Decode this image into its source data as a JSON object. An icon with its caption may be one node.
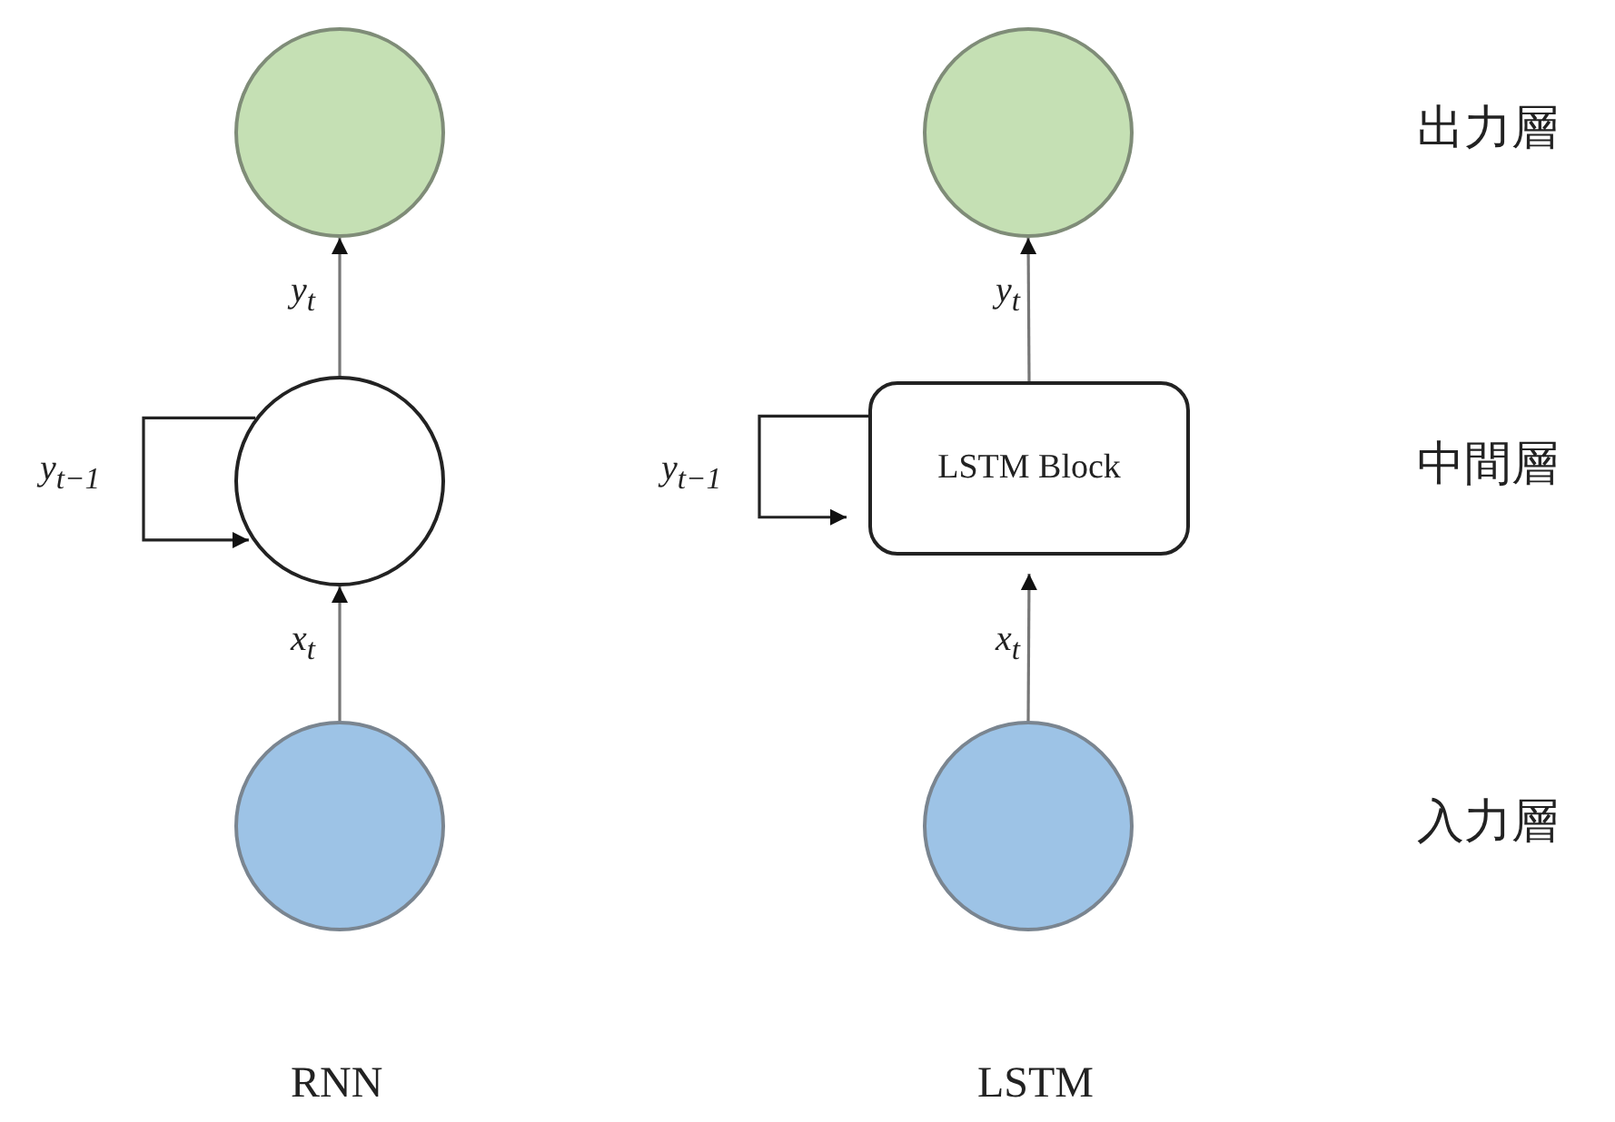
{
  "diagram": {
    "nodes": [
      {
        "text": [],
        "shape": "circle"
      },
      {
        "text": [],
        "shape": "circle"
      },
      {
        "text": [],
        "shape": "circle"
      },
      {
        "text": [],
        "shape": "circle"
      },
      {
        "text": [
          "LSTM Block"
        ]
      },
      {
        "text": [],
        "shape": "circle"
      }
    ],
    "edges": [
      {
        "from": 2,
        "to": 1,
        "arrow": "to",
        "label": "x$_{t}$"
      },
      {
        "from": 1,
        "to": 0,
        "arrow": "to",
        "label": "y$_{t}$"
      },
      {
        "from": 1,
        "to": 1,
        "arrow": "to",
        "label": "y$_{t−1}$"
      },
      {
        "from": 5,
        "to": 4,
        "arrow": "to",
        "label": "x$_{t}$"
      },
      {
        "from": 4,
        "to": 3,
        "arrow": "to",
        "label": "y$_{t}$"
      },
      {
        "from": 4,
        "to": 4,
        "arrow": "to",
        "label": "y$_{t−1}$"
      }
    ],
    "labels": [
      "出力層",
      "中間層",
      "入力層",
      "RNN",
      "LSTM"
    ]
  }
}
